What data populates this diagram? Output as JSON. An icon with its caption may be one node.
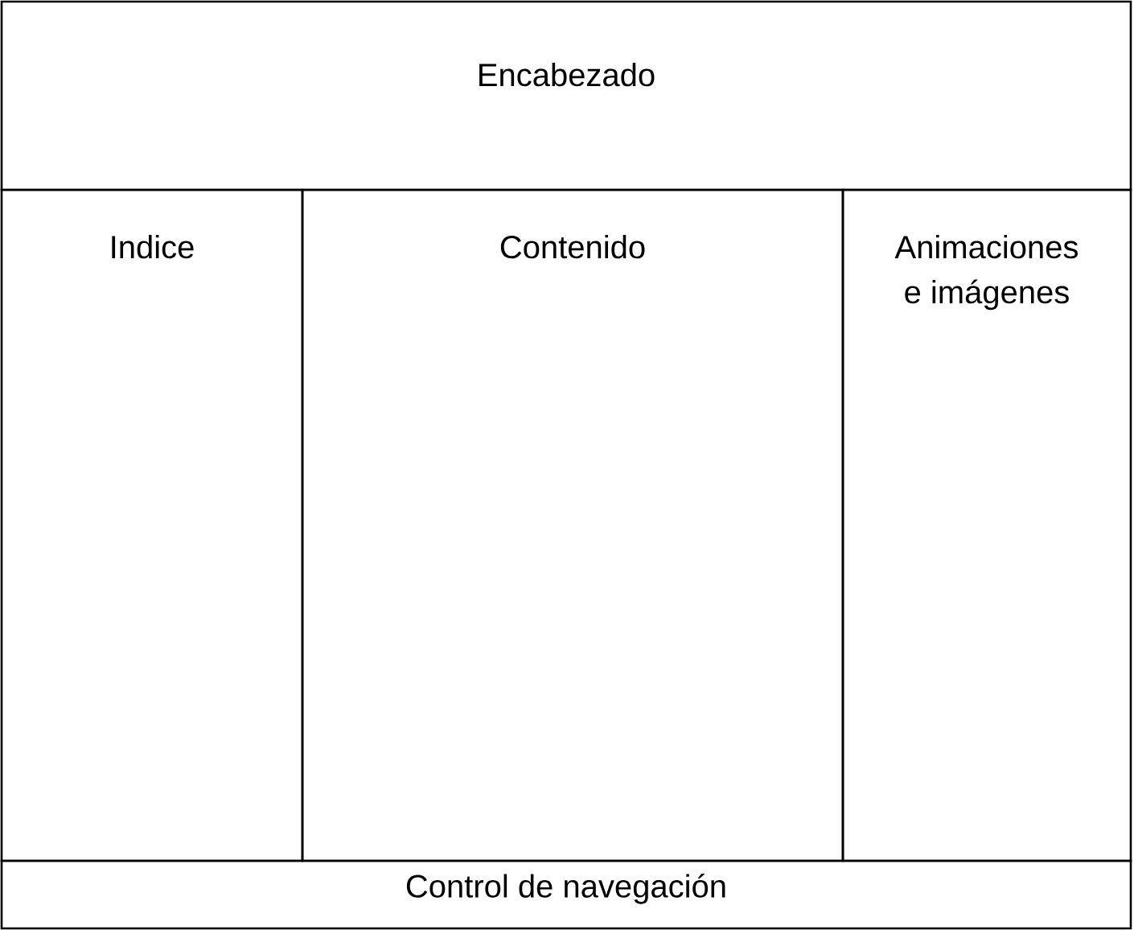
{
  "diagram": {
    "nodes": [
      {
        "text": [
          "Encabezado"
        ]
      },
      {
        "text": [
          "Indice"
        ]
      },
      {
        "text": [
          "Contenido"
        ]
      },
      {
        "text": [
          "Animaciones e imágenes"
        ]
      },
      {
        "text": [
          "Control de navegación"
        ]
      }
    ]
  }
}
